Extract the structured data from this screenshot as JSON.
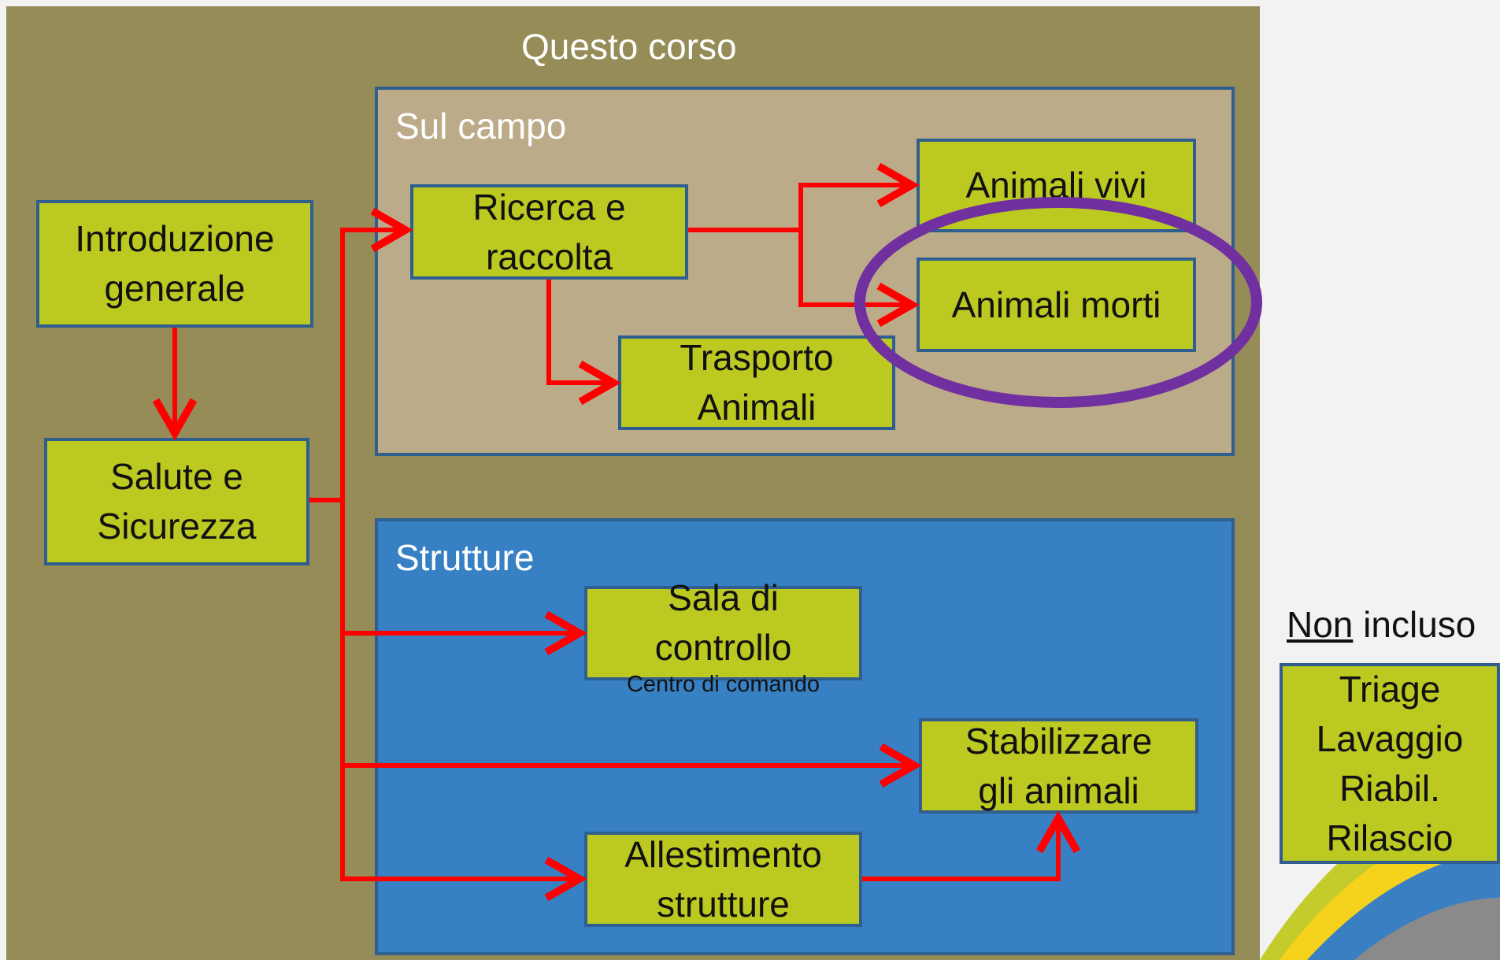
{
  "colors": {
    "panel": "#958c57",
    "field_region": "#bcab88",
    "facility_region": "#3880c4",
    "box_fill": "#bbc921",
    "box_border": "#2f5e8f",
    "arrow": "#ff0000",
    "highlight": "#7030a0"
  },
  "course_title": "Questo corso",
  "regions": {
    "field": "Sul campo",
    "facilities": "Strutture"
  },
  "boxes": {
    "intro": [
      "Introduzione",
      "generale"
    ],
    "health": [
      "Salute e",
      "Sicurezza"
    ],
    "search": [
      "Ricerca e",
      "raccolta"
    ],
    "live": [
      "Animali vivi"
    ],
    "dead": [
      "Animali morti"
    ],
    "transport": [
      "Trasporto",
      "Animali"
    ],
    "control": [
      "Sala di",
      "controllo"
    ],
    "control_sub": "Centro di comando",
    "stabilize": [
      "Stabilizzare",
      "gli animali"
    ],
    "setup": [
      "Allestimento",
      "strutture"
    ],
    "excluded": [
      "Triage",
      "Lavaggio",
      "Riabil.",
      "Rilascio"
    ]
  },
  "not_included": {
    "emphasis": "Non",
    "rest": " incluso"
  }
}
